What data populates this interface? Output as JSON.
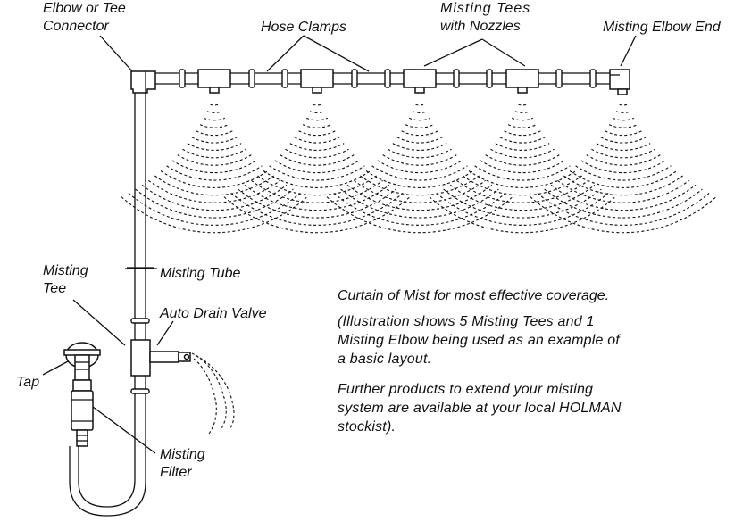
{
  "labels": {
    "elbow_tee_connector": [
      "Elbow or Tee",
      "Connector"
    ],
    "hose_clamps": "Hose Clamps",
    "misting_tees_nozzles": [
      "Misting Tees",
      "with Nozzles"
    ],
    "misting_elbow_end": "Misting Elbow End",
    "misting_tee": [
      "Misting",
      "Tee"
    ],
    "misting_tube": "Misting Tube",
    "auto_drain_valve": "Auto Drain Valve",
    "tap": "Tap",
    "misting_filter": [
      "Misting",
      "Filter"
    ]
  },
  "notes": {
    "line1": "Curtain of Mist for most effective coverage.",
    "line2": [
      "(Illustration shows 5 Misting Tees and 1",
      "Misting Elbow being used as an example of",
      "a basic layout."
    ],
    "line3": [
      "Further products to extend your misting",
      "system are available at your local HOLMAN",
      "stockist)."
    ]
  }
}
